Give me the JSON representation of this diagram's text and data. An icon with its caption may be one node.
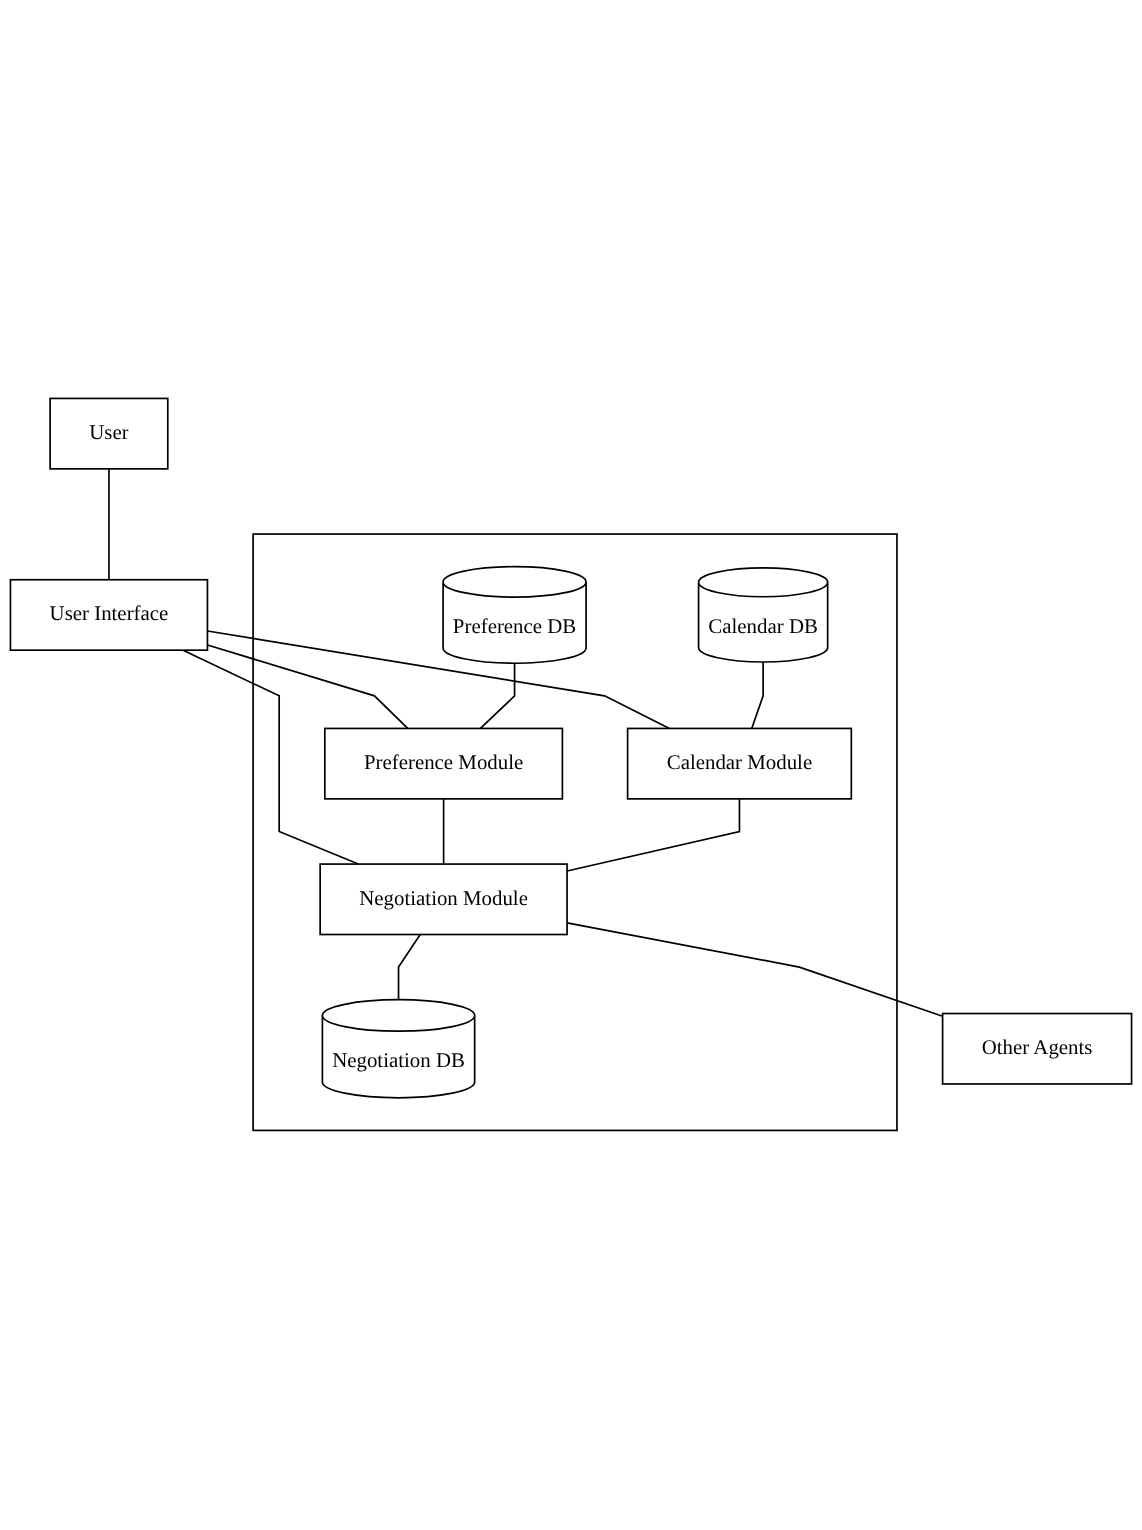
{
  "diagram": {
    "nodes": [
      {
        "text": [
          "User"
        ]
      },
      {
        "text": [
          "User Interface"
        ]
      },
      {
        "text": [],
        "shape": "box"
      },
      {
        "text": [
          "Preference DB"
        ],
        "in": 2
      },
      {
        "text": [
          "Calendar DB"
        ],
        "in": 2
      },
      {
        "text": [
          "Preference Module"
        ],
        "in": 2
      },
      {
        "text": [
          "Calendar Module"
        ],
        "in": 2
      },
      {
        "text": [
          "Negotiation Module"
        ],
        "in": 2
      },
      {
        "text": [
          "Negotiation DB"
        ],
        "in": 2
      },
      {
        "text": [
          "Other Agents"
        ]
      }
    ],
    "edges": [
      {
        "from": 0,
        "to": 1,
        "arrow": "none"
      },
      {
        "from": 1,
        "to": 5,
        "arrow": "none"
      },
      {
        "from": 1,
        "to": 7,
        "arrow": "none"
      },
      {
        "from": 1,
        "to": 6,
        "arrow": "none"
      },
      {
        "from": 3,
        "to": 5,
        "arrow": "none"
      },
      {
        "from": 4,
        "to": 6,
        "arrow": "none"
      },
      {
        "from": 5,
        "to": 7,
        "arrow": "none"
      },
      {
        "from": 6,
        "to": 7,
        "arrow": "none"
      },
      {
        "from": 7,
        "to": 8,
        "arrow": "none"
      },
      {
        "from": 7,
        "to": 9,
        "arrow": "none"
      }
    ]
  }
}
